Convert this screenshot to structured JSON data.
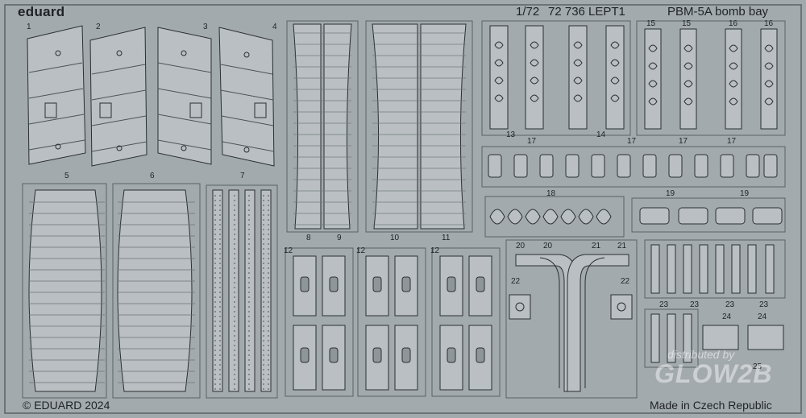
{
  "header": {
    "brand": "eduard",
    "scale": "1/72",
    "code": "72 736 LEPT1",
    "title": "PBM-5A bomb bay"
  },
  "footer": {
    "copyright": "© EDUARD 2024",
    "origin": "Made in Czech Republic"
  },
  "watermark": {
    "line1": "distributed by",
    "line2": "GLOW2B"
  },
  "part_numbers": [
    "1",
    "2",
    "3",
    "4",
    "5",
    "6",
    "7",
    "8",
    "9",
    "10",
    "11",
    "12",
    "12",
    "12",
    "13",
    "14",
    "15",
    "15",
    "16",
    "16",
    "17",
    "17",
    "17",
    "17",
    "18",
    "19",
    "19",
    "20",
    "20",
    "21",
    "21",
    "22",
    "22",
    "23",
    "23",
    "23",
    "23",
    "24",
    "24",
    "25"
  ],
  "colors": {
    "fret": "#a3aaad",
    "part": "#b9bfc2",
    "line": "#2a2f31",
    "text": "#1e2224"
  }
}
